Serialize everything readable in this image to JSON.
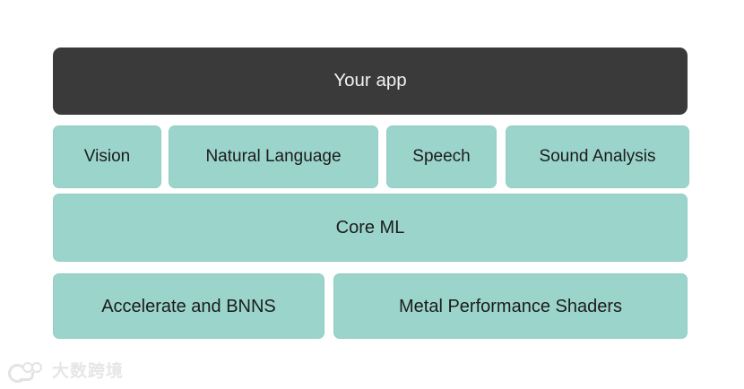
{
  "colors": {
    "background": "#ffffff",
    "app_layer": "#3a3a3a",
    "app_layer_text": "#f2f2f2",
    "framework_layer": "#9bd4cb",
    "framework_layer_text": "#1c1c1c",
    "watermark": "#e6e6e6"
  },
  "diagram": {
    "app_layer": {
      "label": "Your app"
    },
    "framework_layer": {
      "boxes": [
        {
          "label": "Vision"
        },
        {
          "label": "Natural Language"
        },
        {
          "label": "Speech"
        },
        {
          "label": "Sound Analysis"
        }
      ]
    },
    "coreml_layer": {
      "label": "Core ML"
    },
    "compute_layer": {
      "boxes": [
        {
          "label": "Accelerate and BNNS"
        },
        {
          "label": "Metal Performance Shaders"
        }
      ]
    }
  },
  "watermark": {
    "text": "大数跨境"
  }
}
